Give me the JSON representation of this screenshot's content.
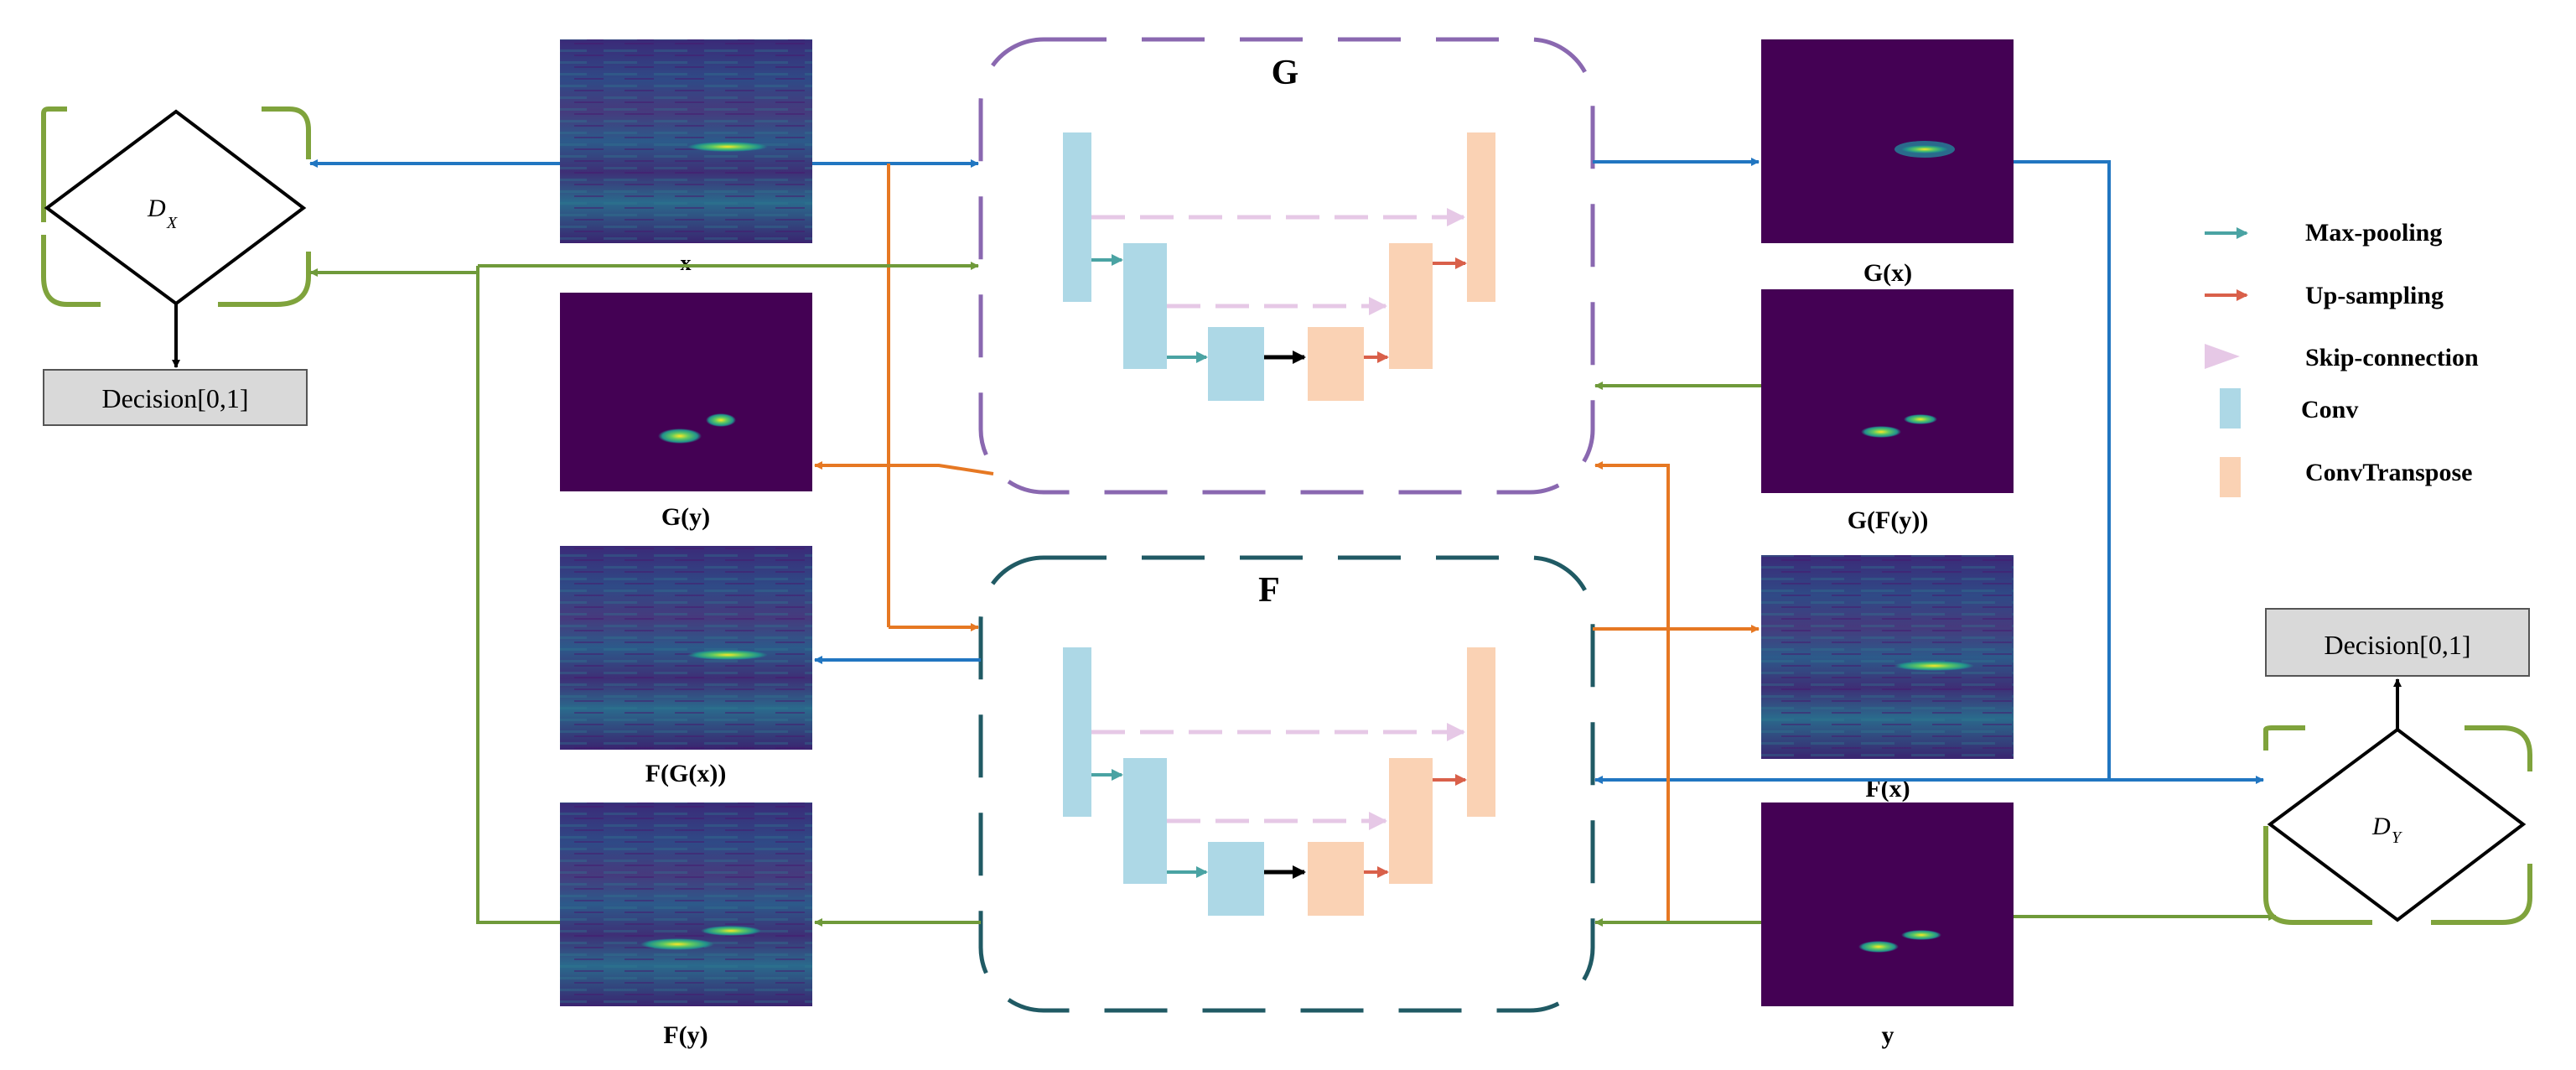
{
  "generator_g": {
    "title": "G"
  },
  "generator_f": {
    "title": "F"
  },
  "discriminator_x": {
    "symbol": "D",
    "subscript": "X",
    "decision": "Decision[0,1]"
  },
  "discriminator_y": {
    "symbol": "D",
    "subscript": "Y",
    "decision": "Decision[0,1]"
  },
  "images": {
    "x": "x",
    "g_y": "G(y)",
    "f_g_x": "F(G(x))",
    "f_y": "F(y)",
    "g_x": "G(x)",
    "g_f_y": "G(F(y))",
    "f_x": "F(x)",
    "y": "y"
  },
  "legend": {
    "max_pooling": "Max-pooling",
    "up_sampling": "Up-sampling",
    "skip_connection": "Skip-connection",
    "conv": "Conv",
    "conv_transpose": "ConvTranspose"
  },
  "colors": {
    "blue_arrow": "#2176c1",
    "green_arrow": "#6f9a3a",
    "orange_arrow": "#e67823",
    "g_border": "#8a68b0",
    "f_border": "#205a64",
    "disc_border": "#7fa33c",
    "conv": "#add8e6",
    "conv_transpose": "#fad2b4",
    "max_pool": "#4aa3a3",
    "up_sample": "#d9604a",
    "skip": "#e6c8e6",
    "spectrogram_bg": "#440154"
  }
}
